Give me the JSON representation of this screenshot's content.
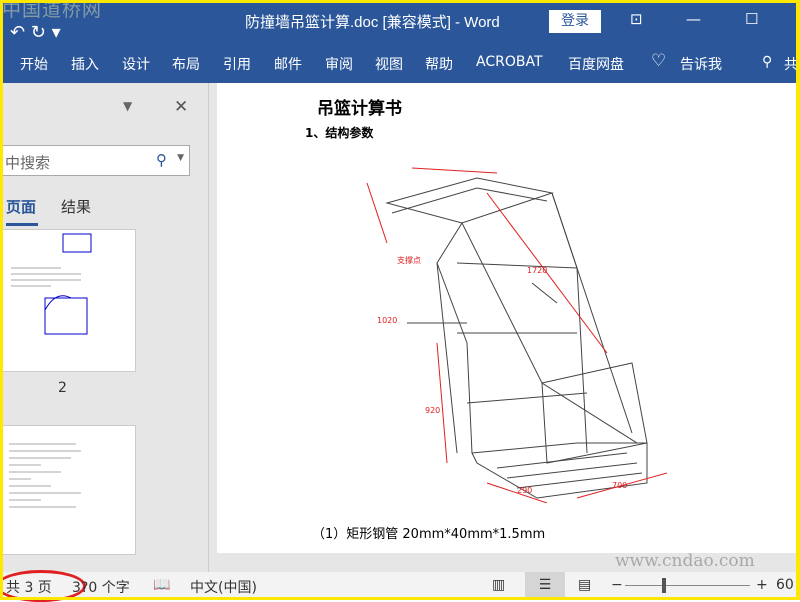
{
  "watermark_top": "中国道桥网",
  "watermark_bottom": "www.cndao.com",
  "titlebar": {
    "title": "防撞墙吊篮计算.doc [兼容模式]  -  Word",
    "login": "登录"
  },
  "ribbon": {
    "tabs": [
      "开始",
      "插入",
      "设计",
      "布局",
      "引用",
      "邮件",
      "审阅",
      "视图",
      "帮助",
      "ACROBAT",
      "百度网盘",
      "告诉我",
      "共"
    ]
  },
  "nav": {
    "search_placeholder": "中搜索",
    "tabs": [
      "页面",
      "结果"
    ],
    "page_number": "2"
  },
  "document": {
    "title": "吊篮计算书",
    "heading": "1、结构参数",
    "caption": "（1）矩形钢管 20mm*40mm*1.5mm",
    "labels": [
      "支撑点",
      "1720",
      "920",
      "1020",
      "290",
      "700"
    ]
  },
  "status": {
    "pages": "共 3 页",
    "words": "3?0 个字",
    "language": "中文(中国)",
    "zoom": "60"
  },
  "colors": {
    "accent": "#2b579a",
    "frame": "#ffe800",
    "dimension": "#e02020"
  }
}
